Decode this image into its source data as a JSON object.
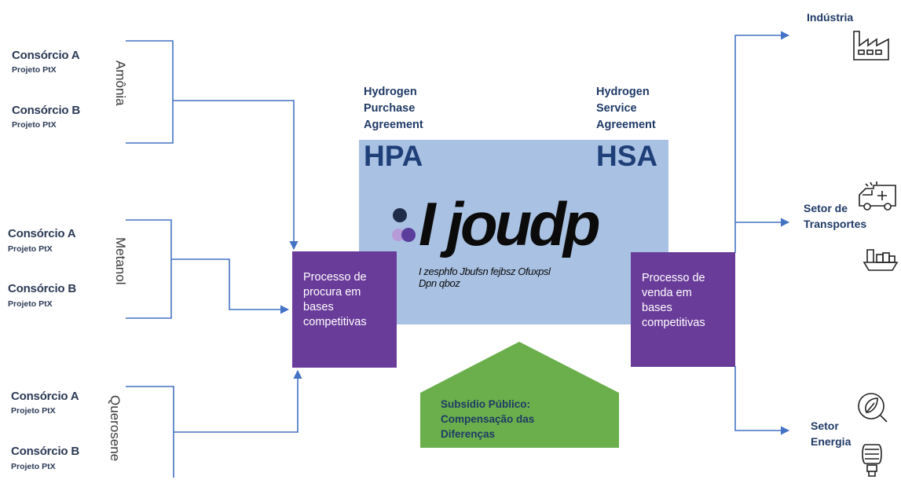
{
  "left_groups": [
    {
      "product": "Amônia",
      "consortia": [
        {
          "name": "Consórcio A",
          "sub": "Projeto PtX"
        },
        {
          "name": "Consórcio B",
          "sub": "Projeto PtX"
        }
      ]
    },
    {
      "product": "Metanol",
      "consortia": [
        {
          "name": "Consórcio A",
          "sub": "Projeto PtX"
        },
        {
          "name": "Consórcio B",
          "sub": "Projeto PtX"
        }
      ]
    },
    {
      "product": "Querosene",
      "consortia": [
        {
          "name": "Consórcio A",
          "sub": "Projeto PtX"
        },
        {
          "name": "Consórcio B",
          "sub": "Projeto PtX"
        }
      ]
    }
  ],
  "hpa": {
    "lines": [
      "Hydrogen",
      "Purchase",
      "Agreement"
    ],
    "abbr": "HPA"
  },
  "hsa": {
    "lines": [
      "Hydrogen",
      "Service",
      "Agreement"
    ],
    "abbr": "HSA"
  },
  "center": {
    "logo_text": "I joudp",
    "subtitle_line1": "I zesphfo Jbufsn fejbsz Ofuxpsl",
    "subtitle_line2": "Dpn qboz"
  },
  "left_process": {
    "lines": [
      "Processo de",
      "procura em",
      "bases",
      "competitivas"
    ]
  },
  "right_process": {
    "lines": [
      "Processo de",
      "venda em",
      "bases",
      "competitivas"
    ]
  },
  "subsidy": {
    "lines": [
      "Subsídio Público:",
      "Compensação das",
      "Diferenças"
    ]
  },
  "sectors": [
    {
      "lines": [
        "Indústria"
      ],
      "icon": "factory-icon"
    },
    {
      "lines": [
        "Setor de",
        "Transportes"
      ],
      "icon": "ambulance-icon"
    },
    {
      "lines": [
        "Setor",
        "Energia"
      ],
      "icon": "leaf-icon"
    }
  ],
  "extra_icons": [
    "ship-icon",
    "lightbulb-icon"
  ],
  "colors": {
    "line_blue": "#4472c4",
    "purple": "#6a3c9a",
    "light_blue_box": "#a9c1e2",
    "green": "#6aaf4b",
    "dark_navy": "#1f3f79"
  }
}
